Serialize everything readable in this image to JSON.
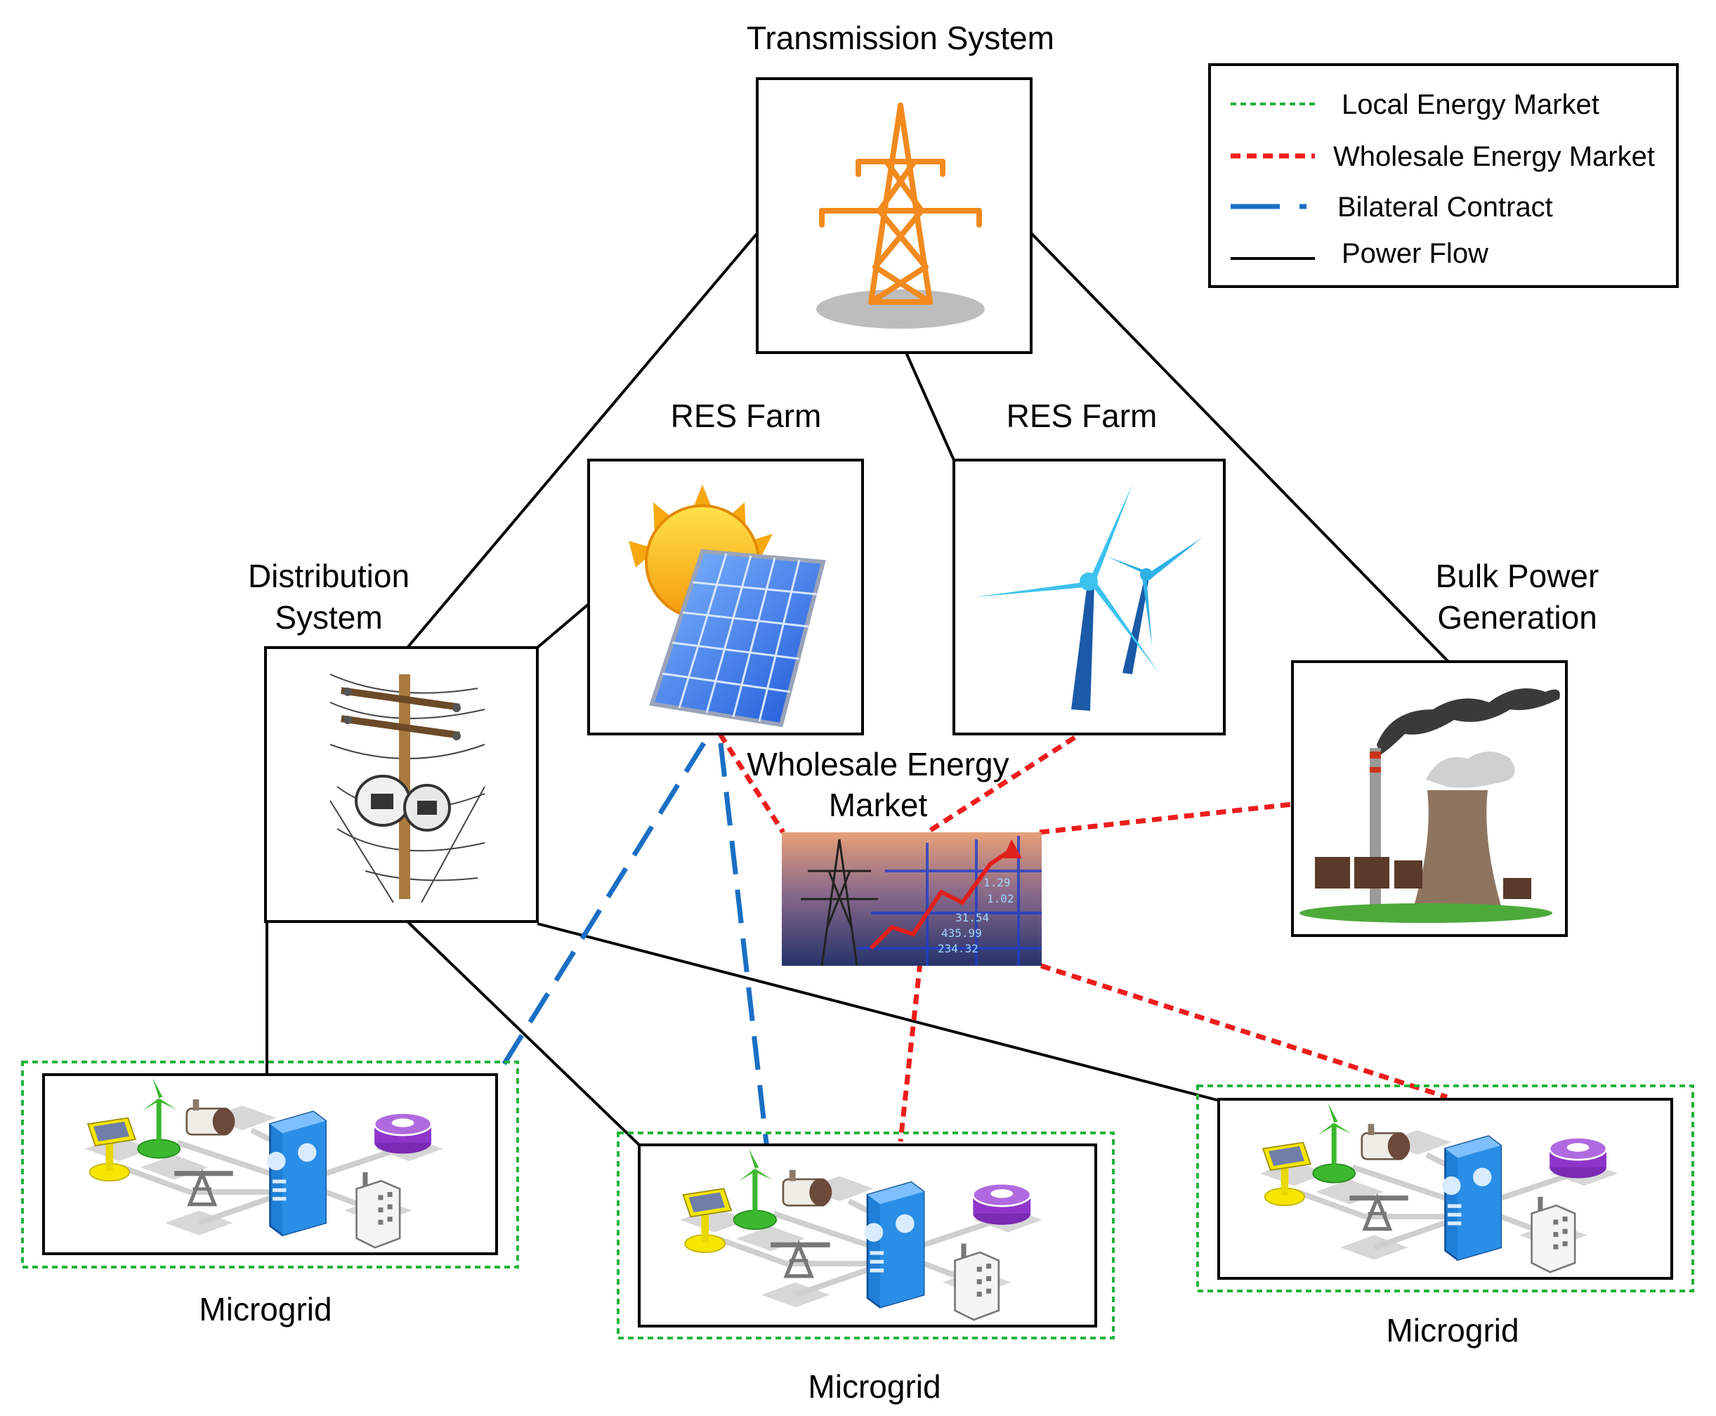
{
  "labels": {
    "transmission": "Transmission System",
    "res_farm_solar": "RES Farm",
    "res_farm_wind": "RES Farm",
    "distribution_line1": "Distribution",
    "distribution_line2": "System",
    "bulk_line1": "Bulk Power",
    "bulk_line2": "Generation",
    "wholesale_line1": "Wholesale Energy",
    "wholesale_line2": "Market",
    "microgrid_left": "Microgrid",
    "microgrid_center": "Microgrid",
    "microgrid_right": "Microgrid"
  },
  "legend": {
    "local": "Local Energy Market",
    "wholesale": "Wholesale Energy Market",
    "bilateral": "Bilateral Contract",
    "power": "Power Flow"
  },
  "market_numbers": [
    "1.29",
    "1.02",
    "31.54",
    "435.99",
    "234.32"
  ],
  "colors": {
    "local_market": "#22b33a",
    "wholesale_market": "#ee1c1c",
    "bilateral_contract": "#1a6fc4",
    "power_flow": "#000000",
    "tower": "#f28a1e"
  }
}
